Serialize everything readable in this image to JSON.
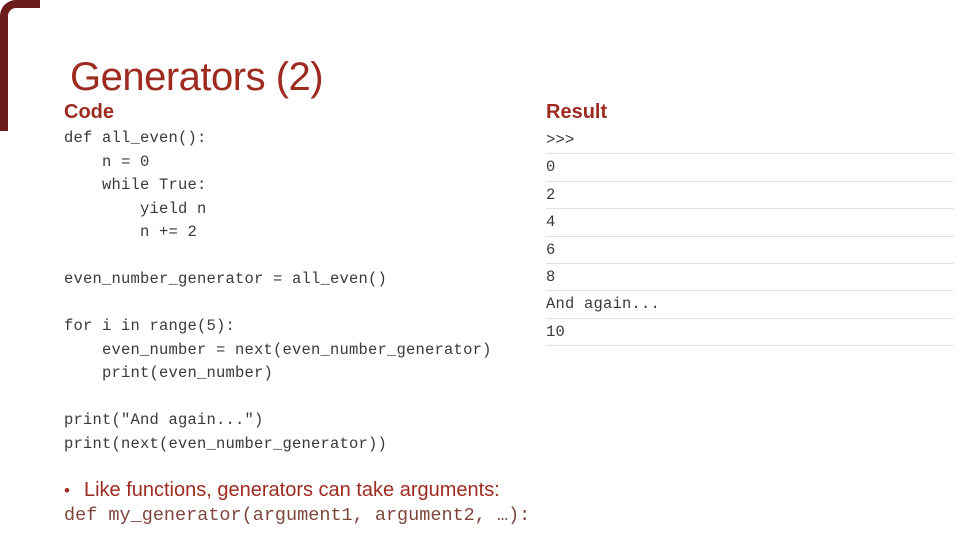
{
  "theme": {
    "accent": "#9E2B20",
    "border": "#6B1B1B",
    "code-text": "#3A3A3A",
    "footer-code": "#7E463C",
    "separator": "#E2E2E2"
  },
  "slide": {
    "title": "Generators (2)",
    "code": {
      "header": "Code",
      "lines": [
        "def all_even():",
        "    n = 0",
        "    while True:",
        "        yield n",
        "        n += 2",
        "",
        "even_number_generator = all_even()",
        "",
        "for i in range(5):",
        "    even_number = next(even_number_generator)",
        "    print(even_number)",
        "",
        "print(\"And again...\")",
        "print(next(even_number_generator))"
      ]
    },
    "result": {
      "header": "Result",
      "lines": [
        ">>>",
        "0",
        "2",
        "4",
        "6",
        "8",
        "And again...",
        "10"
      ]
    },
    "bullet": {
      "marker": "•",
      "text": "Like functions, generators can take arguments:"
    },
    "footer_code": "def my_generator(argument1, argument2, …):"
  }
}
